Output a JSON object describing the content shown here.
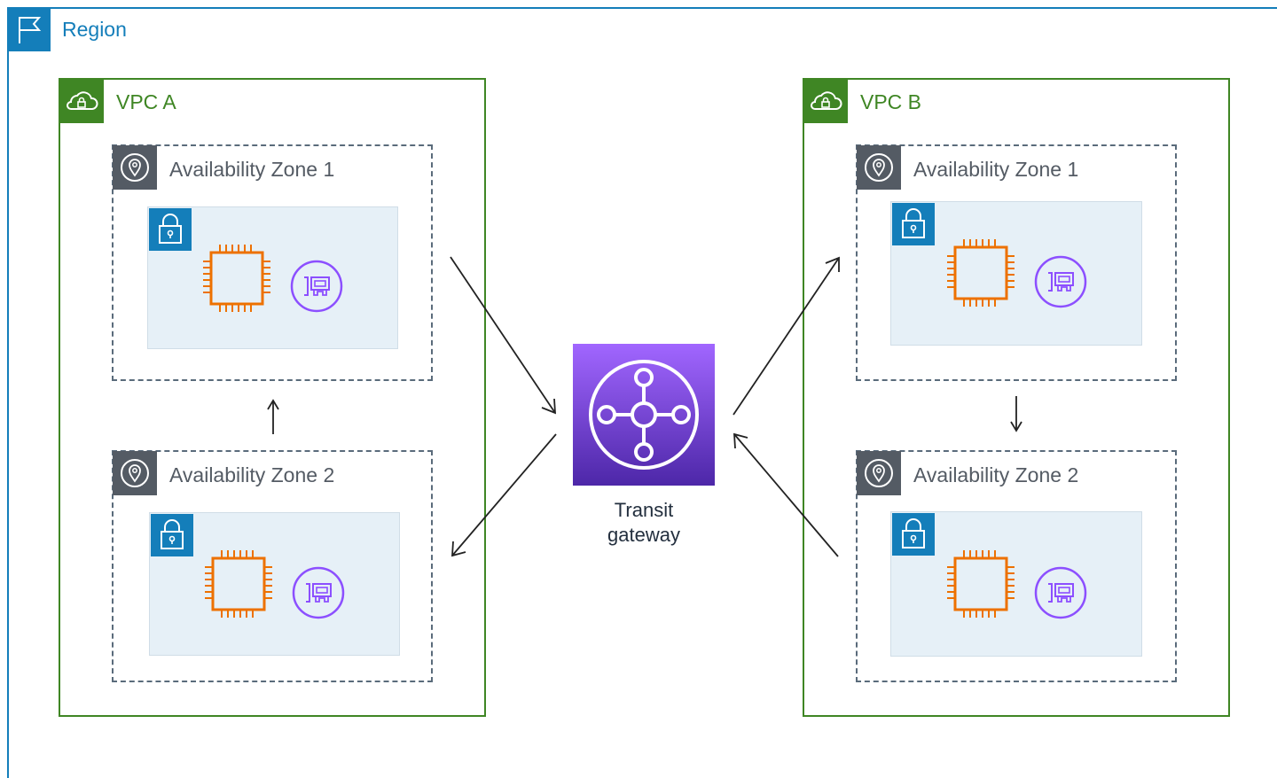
{
  "region": {
    "label": "Region"
  },
  "vpcs": [
    {
      "label": "VPC A",
      "zones": [
        {
          "label": "Availability Zone 1"
        },
        {
          "label": "Availability Zone 2"
        }
      ]
    },
    {
      "label": "VPC B",
      "zones": [
        {
          "label": "Availability Zone 1"
        },
        {
          "label": "Availability Zone 2"
        }
      ]
    }
  ],
  "transit_gateway": {
    "label_line1": "Transit",
    "label_line2": "gateway"
  },
  "colors": {
    "region": "#147eba",
    "vpc": "#3f8624",
    "zone": "#545b64",
    "subnet_fill": "#e6f0f7",
    "ec2": "#ed7100",
    "eni": "#8c4fff",
    "transit_gateway": "#8c4fff"
  },
  "icons": {
    "region": "flag-icon",
    "vpc": "cloud-lock-icon",
    "zone": "location-pin-icon",
    "subnet": "lock-icon",
    "instance": "ec2-chip-icon",
    "interface": "network-interface-icon",
    "gateway": "transit-gateway-icon"
  }
}
